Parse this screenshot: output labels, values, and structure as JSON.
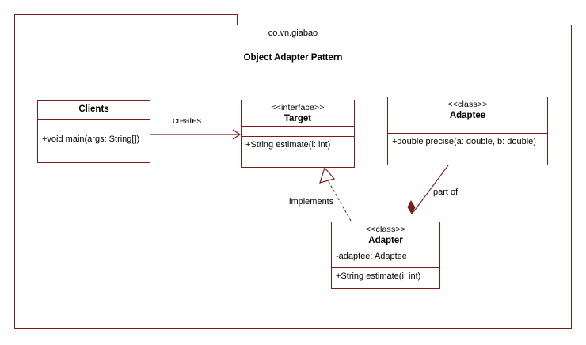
{
  "package": {
    "name": "co.vn.giabao",
    "heading": "Object Adapter Pattern"
  },
  "colors": {
    "stroke": "#7B1B1B",
    "fill": "#FFFFFF",
    "text": "#000000",
    "diamond_fill": "#7B1B1B"
  },
  "classes": [
    {
      "id": "clients",
      "stereotype": "",
      "name": "Clients",
      "attributes": [],
      "methods": [
        "+void main(args: String[])"
      ]
    },
    {
      "id": "target",
      "stereotype": "<<interface>>",
      "name": "Target",
      "attributes": [],
      "methods": [
        "+String estimate(i: int)"
      ]
    },
    {
      "id": "adaptee",
      "stereotype": "<<class>>",
      "name": "Adaptee",
      "attributes": [],
      "methods": [
        "+double precise(a: double, b: double)"
      ]
    },
    {
      "id": "adapter",
      "stereotype": "<<class>>",
      "name": "Adapter",
      "attributes": [
        "-adaptee: Adaptee"
      ],
      "methods": [
        "+String estimate(i: int)"
      ]
    }
  ],
  "relationships": [
    {
      "id": "creates",
      "label": "creates",
      "from": "Clients",
      "to": "Target",
      "style": "solid",
      "arrowhead": "open-arrow"
    },
    {
      "id": "implements",
      "label": "implements",
      "from": "Adapter",
      "to": "Target",
      "style": "dashed",
      "arrowhead": "hollow-triangle"
    },
    {
      "id": "part-of",
      "label": "part of",
      "from": "Adaptee",
      "to": "Adapter",
      "style": "solid",
      "arrowhead": "filled-diamond"
    }
  ]
}
